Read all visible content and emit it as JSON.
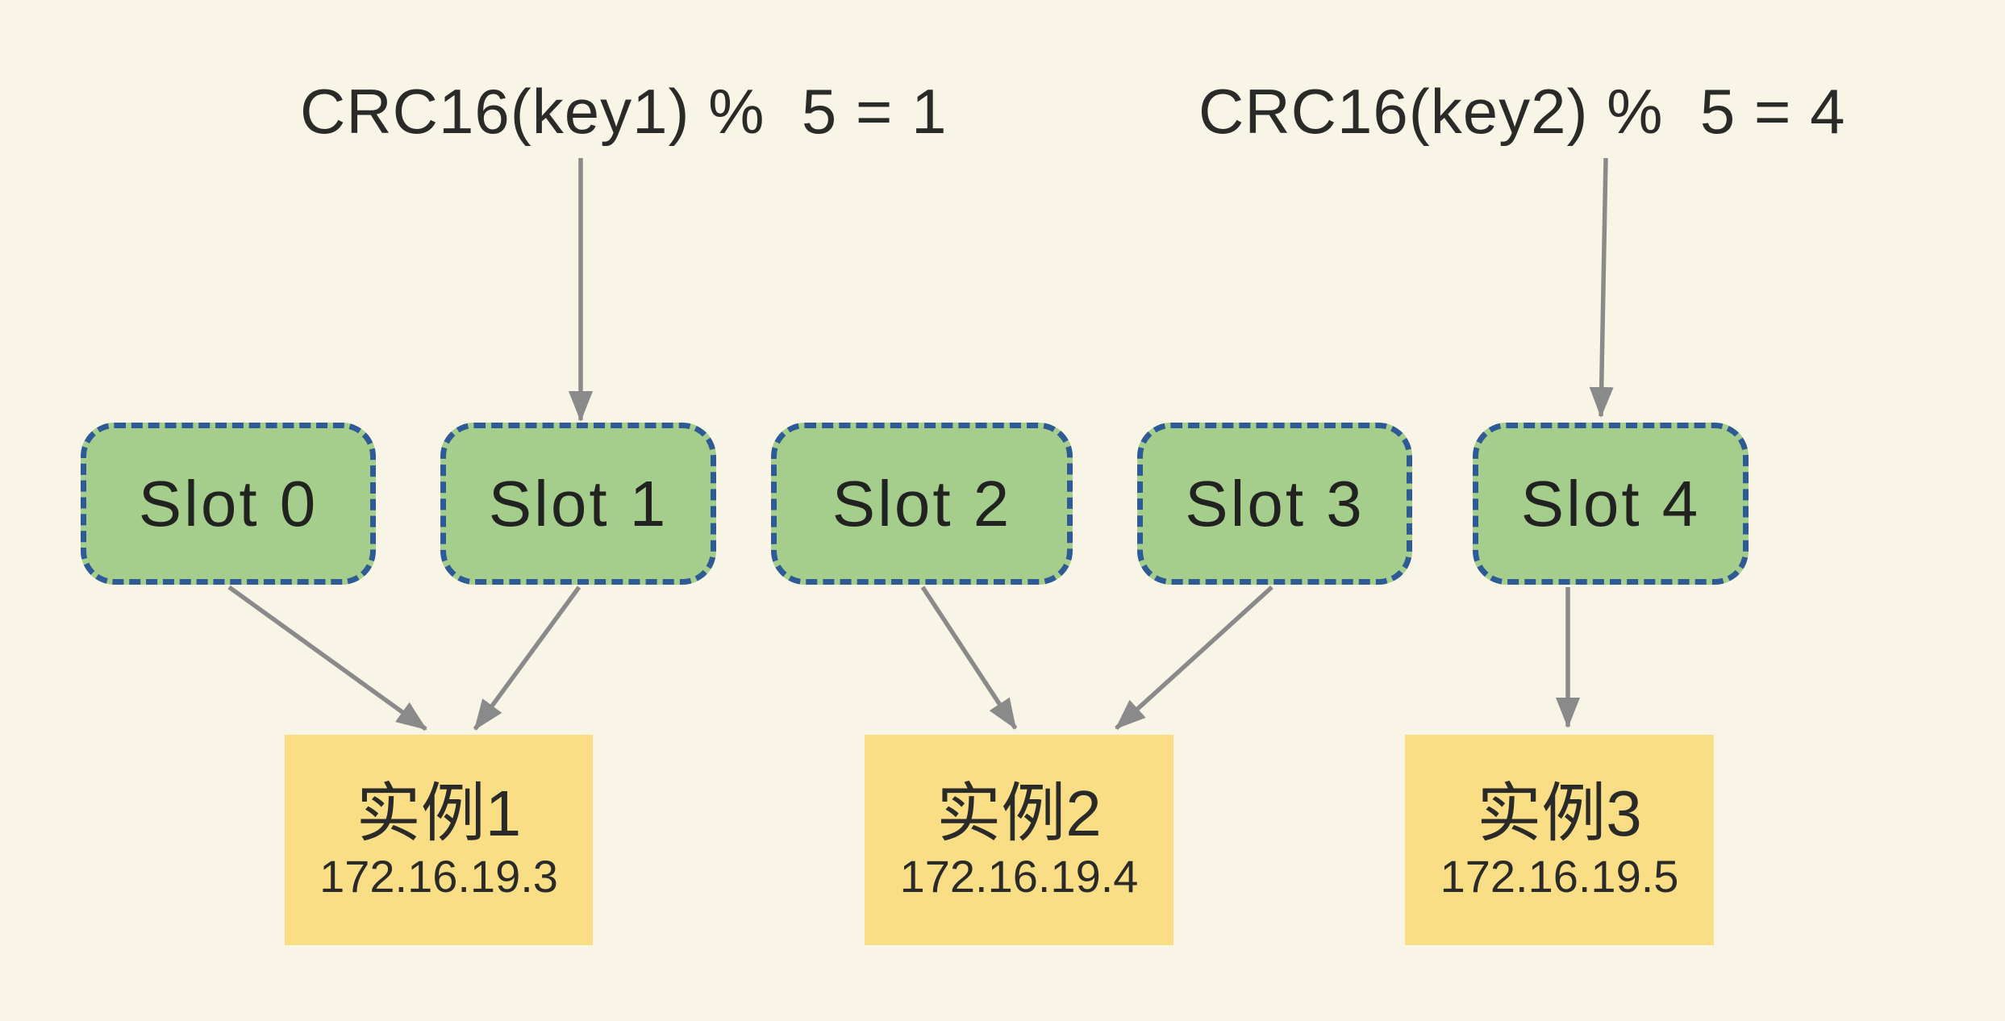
{
  "formulas": [
    {
      "text": "CRC16(key1) %  5 = 1"
    },
    {
      "text": "CRC16(key2) %  5 = 4"
    }
  ],
  "slots": [
    {
      "label": "Slot 0"
    },
    {
      "label": "Slot 1"
    },
    {
      "label": "Slot 2"
    },
    {
      "label": "Slot 3"
    },
    {
      "label": "Slot 4"
    }
  ],
  "instances": [
    {
      "name": "实例1",
      "ip": "172.16.19.3"
    },
    {
      "name": "实例2",
      "ip": "172.16.19.4"
    },
    {
      "name": "实例3",
      "ip": "172.16.19.5"
    }
  ],
  "edges": [
    {
      "from": "formula-1",
      "to": "slot-1"
    },
    {
      "from": "formula-2",
      "to": "slot-4"
    },
    {
      "from": "slot-0",
      "to": "instance-1"
    },
    {
      "from": "slot-1",
      "to": "instance-1"
    },
    {
      "from": "slot-2",
      "to": "instance-2"
    },
    {
      "from": "slot-3",
      "to": "instance-2"
    },
    {
      "from": "slot-4",
      "to": "instance-3"
    }
  ],
  "colors": {
    "background": "#F8F5E6",
    "slot_fill": "#A5CD8C",
    "slot_border": "#2E5A95",
    "instance_fill": "#FADE86",
    "arrow": "#8A8A8A",
    "text": "#2A2A28"
  }
}
